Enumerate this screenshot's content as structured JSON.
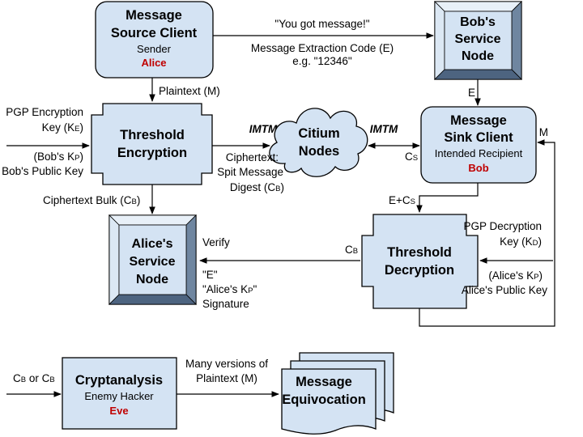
{
  "source_client": {
    "title_line1": "Message",
    "title_line2": "Source Client",
    "role": "Sender",
    "name": "Alice"
  },
  "bob_node": {
    "line1": "Bob's",
    "line2": "Service",
    "line3": "Node"
  },
  "top_edge": {
    "quote": "\"You got message!\"",
    "code_label": "Message Extraction Code (E)",
    "example": "e.g. \"12346\""
  },
  "plaintext_label": "Plaintext (M)",
  "e_label": "E",
  "pgp_enc": {
    "line1": "PGP Encryption",
    "line2_prefix": "Key (K",
    "line2_sub": "E",
    "line2_suffix": ")"
  },
  "bobs_kp": {
    "line1_prefix": "(Bob's K",
    "line1_sub": "P",
    "line1_suffix": ")",
    "line2": "Bob's Public Key"
  },
  "threshold_enc": {
    "line1": "Threshold",
    "line2": "Encryption"
  },
  "imtm_left": "IMTM",
  "imtm_right": "IMTM",
  "citium": {
    "line1": "Citium",
    "line2": "Nodes"
  },
  "sink_client": {
    "line1": "Message",
    "line2": "Sink Client",
    "role": "Intended Recipient",
    "name": "Bob"
  },
  "cs_label": {
    "prefix": "C",
    "sub": "S"
  },
  "m_label": "M",
  "ciphertext": {
    "line1": "Ciphertext:",
    "line2": "Spit Message",
    "line3_prefix": "Digest (C",
    "line3_sub": "B",
    "line3_suffix": ")"
  },
  "cipher_bulk": {
    "prefix": "Ciphertext Bulk (C",
    "sub": "B",
    "suffix": ")"
  },
  "ecs_label": {
    "prefix": "E+C",
    "sub": "S"
  },
  "alice_node": {
    "line1": "Alice's",
    "line2": "Service",
    "line3": "Node"
  },
  "verify_label": "Verify",
  "cb_label": {
    "prefix": "C",
    "sub": "B"
  },
  "verify_items": {
    "line1": "\"E\"",
    "line2_prefix": "\"Alice's K",
    "line2_sub": "P",
    "line2_suffix": "\"",
    "line3": "Signature"
  },
  "threshold_dec": {
    "line1": "Threshold",
    "line2": "Decryption"
  },
  "pgp_dec": {
    "line1": "PGP Decryption",
    "line2_prefix": "Key (K",
    "line2_sub": "D",
    "line2_suffix": ")"
  },
  "alices_kp": {
    "line1_prefix": "(Alice's K",
    "line1_sub": "P",
    "line1_suffix": ")",
    "line2": "Alice's Public Key"
  },
  "cb_or_cb": {
    "p1": "C",
    "s1": "B",
    "mid": " or C",
    "s2": "B"
  },
  "cryptanalysis": {
    "title": "Cryptanalysis",
    "role": "Enemy Hacker",
    "name": "Eve"
  },
  "many_versions": {
    "line1": "Many versions of",
    "line2": "Plaintext (M)"
  },
  "equivocation": {
    "line1": "Message",
    "line2": "Equivocation"
  }
}
